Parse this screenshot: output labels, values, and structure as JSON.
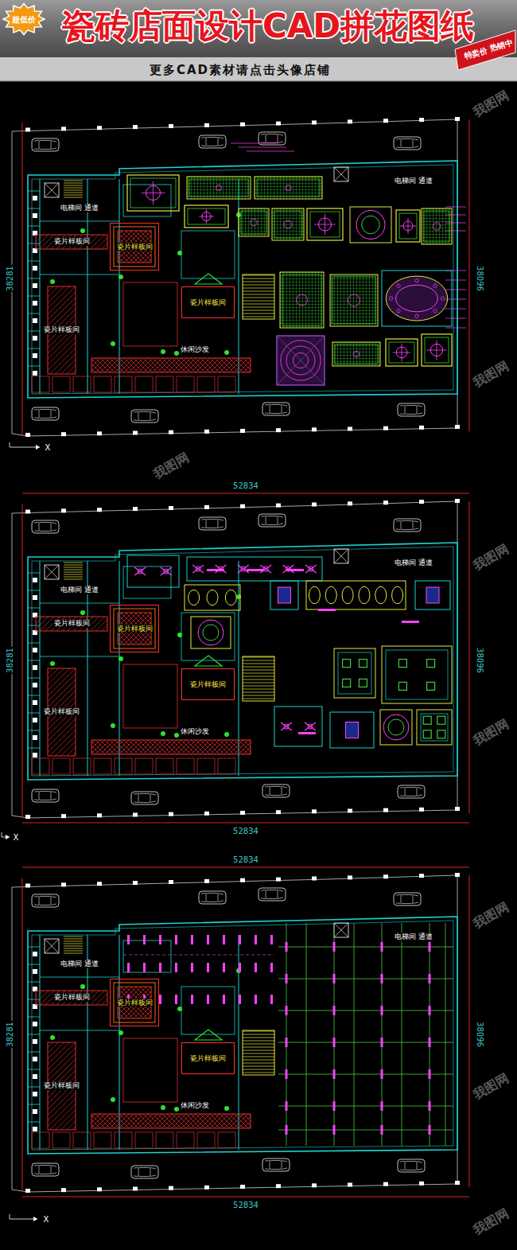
{
  "diagram": {
    "title": "瓷砖店面设计CAD拼花图纸",
    "nodes": [
      {
        "text": [
          "瓷片样板间"
        ]
      },
      {
        "text": [
          "瓷片样板间"
        ]
      },
      {
        "text": [
          "瓷片样板间"
        ]
      },
      {
        "text": [
          "瓷片样板间"
        ]
      },
      {
        "text": [
          "瓷片样板间"
        ]
      },
      {
        "text": [
          "瓷片样板间"
        ]
      }
    ],
    "labels": [
      "更多CAD素材请点击头像店铺",
      "超低价",
      "特卖价",
      "热销中",
      "38281",
      "38096",
      "X",
      "瓷片样板间",
      "电梯间 通道",
      "电梯间 通道",
      "休闲沙发",
      "瓷片样板间",
      "52834",
      "38281",
      "38096",
      "52834",
      "X",
      "瓷片样板间",
      "电梯间 通道",
      "电梯间 通道",
      "休闲沙发",
      "瓷片样板间",
      "52834",
      "38281",
      "38096",
      "52834",
      "X",
      "瓷片样板间",
      "电梯间 通道",
      "电梯间 通道",
      "休闲沙发",
      "瓷片样板间",
      "我图网",
      "我图网",
      "我图网",
      "我图网",
      "我图网",
      "我图网",
      "我图网",
      "我图网"
    ]
  }
}
